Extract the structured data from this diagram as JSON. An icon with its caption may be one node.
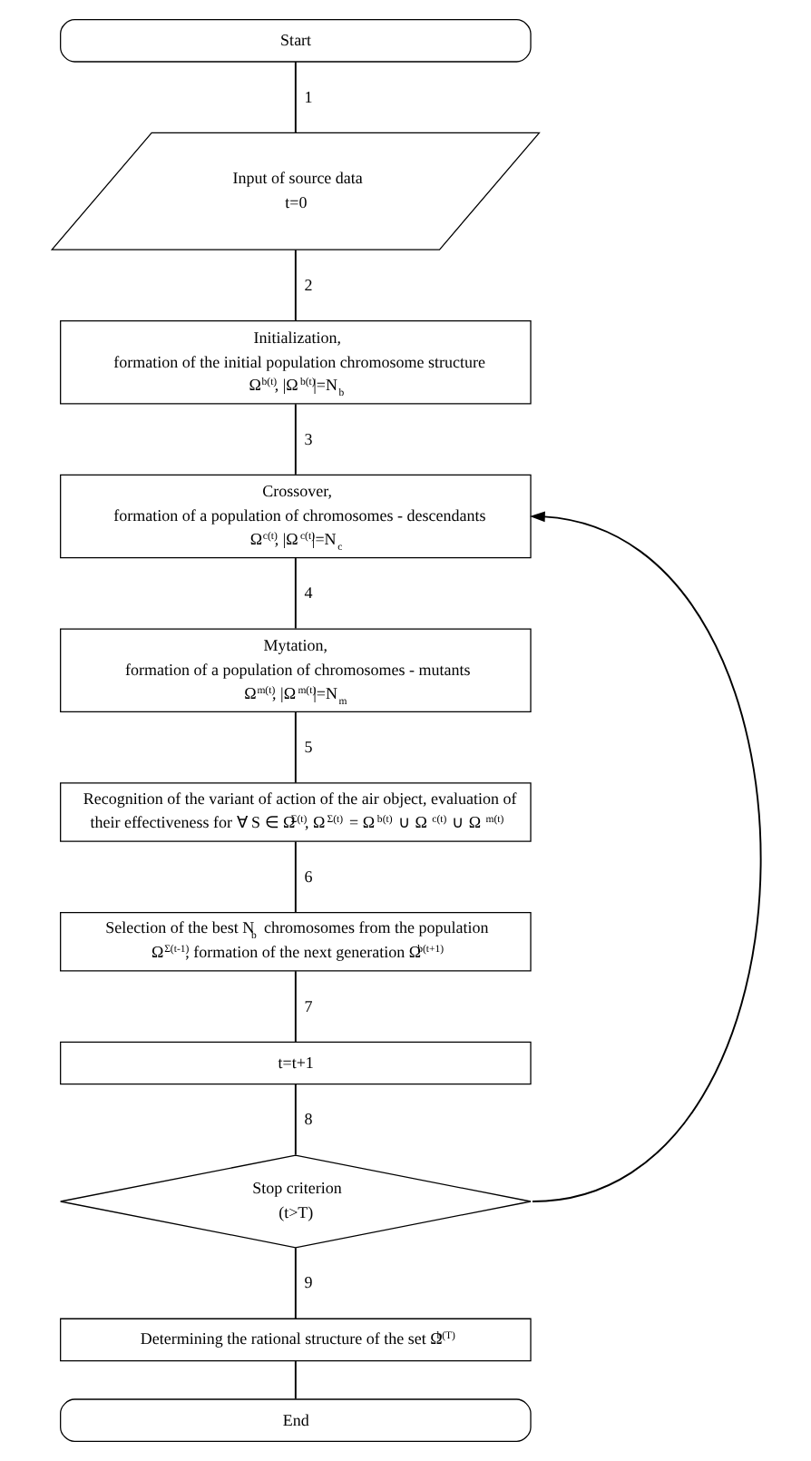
{
  "diagram": {
    "nodes": [
      {
        "text": [
          "Start"
        ]
      },
      {
        "text": [
          "Input of source data",
          "t=0"
        ]
      },
      {
        "text": [
          "Initialization,",
          "formation of the initial population chromosome structure",
          "Ω$^{b(t)}$, |Ω$^{b(t)}$|=N$_{b}$"
        ]
      },
      {
        "text": [
          "Crossover,",
          "formation of a population of chromosomes - descendants",
          "Ω$^{c(t)}$, |Ω$^{c(t)}$|=N$_{c}$"
        ]
      },
      {
        "text": [
          "Mytation,",
          "formation of a population of chromosomes - mutants",
          "Ω$^{m(t)}$, |Ω$^{m(t)}$|=N$_{m}$"
        ]
      },
      {
        "text": [
          "Recognition of the variant of action of the air object, evaluation of",
          "their effectiveness for ∀ S ∈ Ω$^{Σ(t)}$, Ω$^{Σ(t)}$ = Ω$^{b(t)}$ ∪ Ω$^{c(t)}$ ∪ Ω$^{m(t)}$"
        ]
      },
      {
        "text": [
          "Selection of the best N$_{b}$ chromosomes from the population",
          "Ω$^{Σ(t-1)}$, formation of the next generation Ω$^{b(t+1)}$"
        ]
      },
      {
        "text": [
          "t=t+1"
        ]
      },
      {
        "text": [
          "Stop criterion",
          "(t>T)"
        ]
      },
      {
        "text": [
          "Determining the rational structure of the set Ω$^{b(T)}$"
        ]
      },
      {
        "text": [
          "End"
        ]
      }
    ],
    "edges": [
      {
        "from": 0,
        "to": 1,
        "arrow": "none",
        "label": "1"
      },
      {
        "from": 1,
        "to": 2,
        "arrow": "none",
        "label": "2"
      },
      {
        "from": 2,
        "to": 3,
        "arrow": "none",
        "label": "3"
      },
      {
        "from": 3,
        "to": 4,
        "arrow": "none",
        "label": "4"
      },
      {
        "from": 4,
        "to": 5,
        "arrow": "none",
        "label": "5"
      },
      {
        "from": 5,
        "to": 6,
        "arrow": "none",
        "label": "6"
      },
      {
        "from": 6,
        "to": 7,
        "arrow": "none",
        "label": "7"
      },
      {
        "from": 7,
        "to": 8,
        "arrow": "none",
        "label": "8"
      },
      {
        "from": 8,
        "to": 9,
        "arrow": "none",
        "label": "9"
      },
      {
        "from": 9,
        "to": 10,
        "arrow": "none"
      },
      {
        "from": 8,
        "to": 3,
        "arrow": "to"
      }
    ]
  }
}
